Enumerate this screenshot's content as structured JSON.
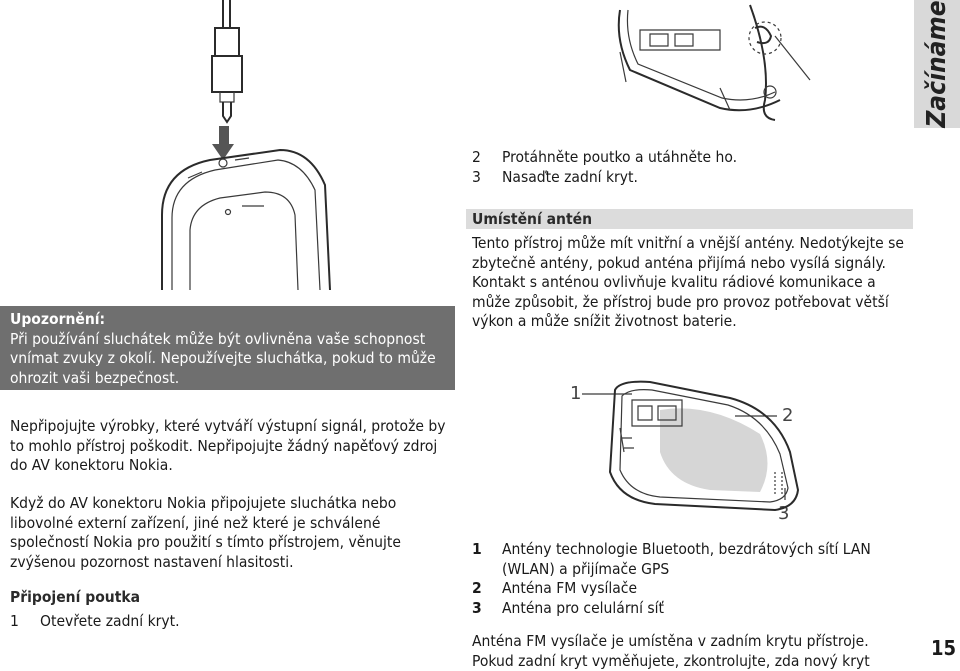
{
  "side_tab": {
    "label": "Začínáme"
  },
  "page_number": "15",
  "warning": {
    "title": "Upozornění:",
    "text": "Při používání sluchátek může být ovlivněna vaše schopnost vnímat zvuky z okolí. Nepoužívejte sluchátka, pokud to může ohrozit vaši bezpečnost."
  },
  "left": {
    "para1": "Nepřipojujte výrobky, které vytváří výstupní signál, protože by to mohlo přístroj poškodit. Nepřipojujte žádný napěťový zdroj do AV konektoru Nokia.",
    "para2": "Když do AV konektoru Nokia připojujete sluchátka nebo libovolné externí zařízení, jiné než které je schválené společností Nokia pro použití s tímto přístrojem, věnujte zvýšenou pozornost nastavení hlasitosti.",
    "strap_heading": "Připojení poutka",
    "strap_steps": [
      {
        "num": "1",
        "text": "Otevřete zadní kryt."
      }
    ]
  },
  "right": {
    "strap_steps": [
      {
        "num": "2",
        "text": "Protáhněte poutko a utáhněte ho."
      },
      {
        "num": "3",
        "text": "Nasaďte zadní kryt."
      }
    ],
    "antenna_heading": "Umístění antén",
    "antenna_para": "Tento přístroj může mít vnitřní a vnější antény. Nedotýkejte se zbytečně antény, pokud anténa přijímá nebo vysílá signály. Kontakt s anténou ovlivňuje kvalitu rádiové komunikace a může způsobit, že přístroj bude pro provoz potřebovat větší výkon a může snížit životnost baterie.",
    "callouts": [
      "1",
      "2",
      "3"
    ],
    "antenna_list": [
      {
        "num": "1",
        "text": "Antény technologie Bluetooth, bezdrátových sítí LAN (WLAN) a přijímače GPS"
      },
      {
        "num": "2",
        "text": "Anténa FM vysílače"
      },
      {
        "num": "3",
        "text": "Anténa pro celulární síť"
      }
    ],
    "fm_para": "Anténa FM vysílače je umístěna v zadním krytu přístroje. Pokud zadní kryt vyměňujete, zkontrolujte, zda nový kryt"
  }
}
